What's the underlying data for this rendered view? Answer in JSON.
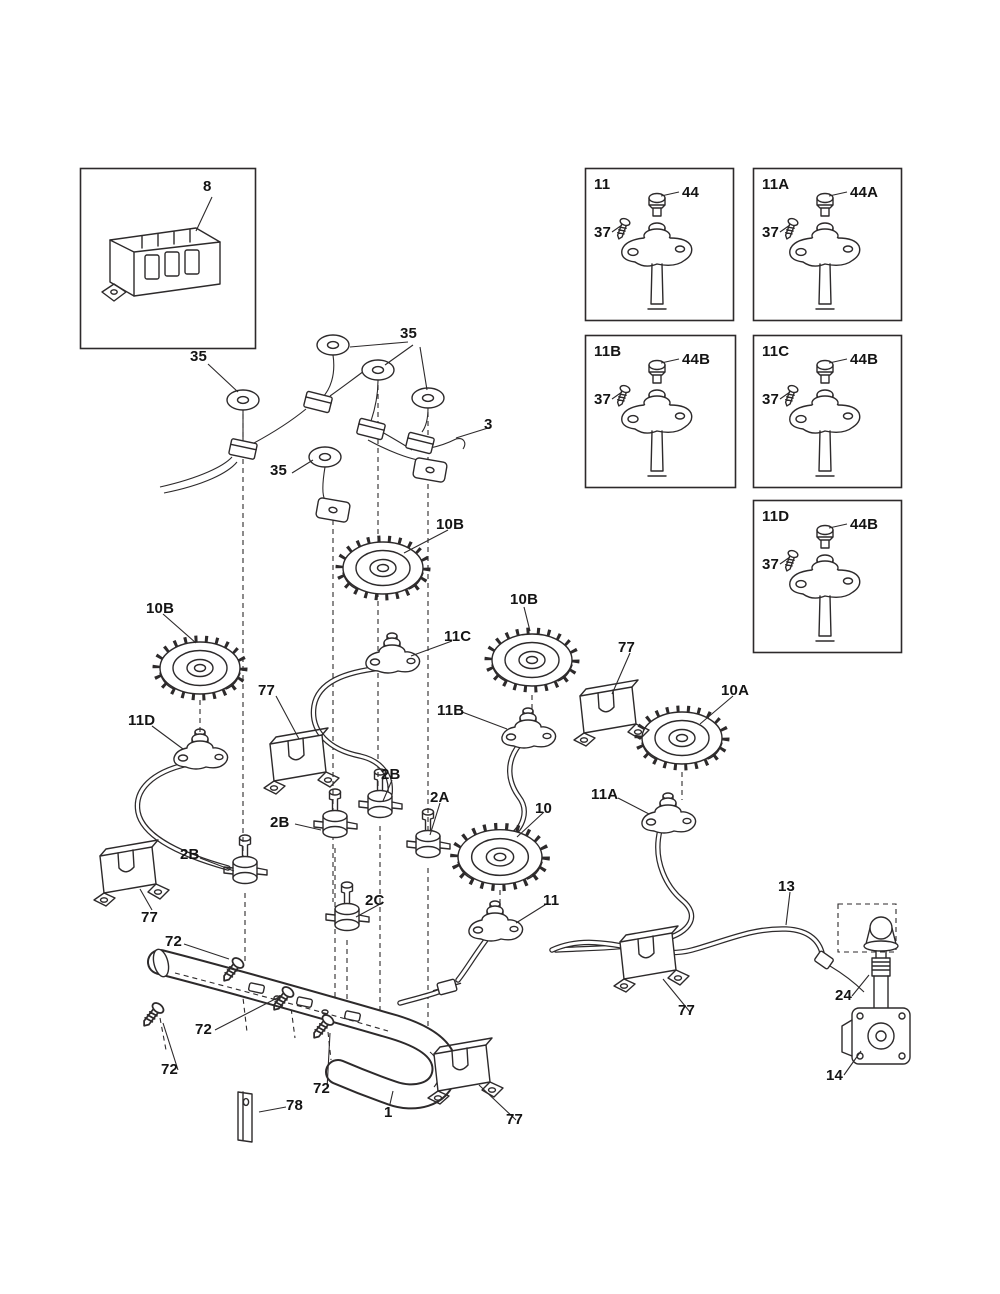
{
  "colors": {
    "background": "#ffffff",
    "line": "#2d2a2b",
    "text": "#141414"
  },
  "inset_boxes": [
    {
      "label": "11",
      "top_callout": "44",
      "screw_callout": "37"
    },
    {
      "label": "11A",
      "top_callout": "44A",
      "screw_callout": "37"
    },
    {
      "label": "11B",
      "top_callout": "44B",
      "screw_callout": "37"
    },
    {
      "label": "11C",
      "top_callout": "44B",
      "screw_callout": "37"
    },
    {
      "label": "11D",
      "top_callout": "44B",
      "screw_callout": "37"
    }
  ],
  "callouts": [
    {
      "label": "8"
    },
    {
      "label": "35"
    },
    {
      "label": "35"
    },
    {
      "label": "3"
    },
    {
      "label": "35"
    },
    {
      "label": "10B"
    },
    {
      "label": "10B"
    },
    {
      "label": "11C"
    },
    {
      "label": "10B"
    },
    {
      "label": "77"
    },
    {
      "label": "10A"
    },
    {
      "label": "11B"
    },
    {
      "label": "77"
    },
    {
      "label": "11D"
    },
    {
      "label": "2B"
    },
    {
      "label": "2A"
    },
    {
      "label": "2B"
    },
    {
      "label": "10"
    },
    {
      "label": "11A"
    },
    {
      "label": "2B"
    },
    {
      "label": "13"
    },
    {
      "label": "77"
    },
    {
      "label": "2C"
    },
    {
      "label": "11"
    },
    {
      "label": "72"
    },
    {
      "label": "24"
    },
    {
      "label": "72"
    },
    {
      "label": "77"
    },
    {
      "label": "14"
    },
    {
      "label": "72"
    },
    {
      "label": "72"
    },
    {
      "label": "78"
    },
    {
      "label": "1"
    },
    {
      "label": "77"
    }
  ]
}
